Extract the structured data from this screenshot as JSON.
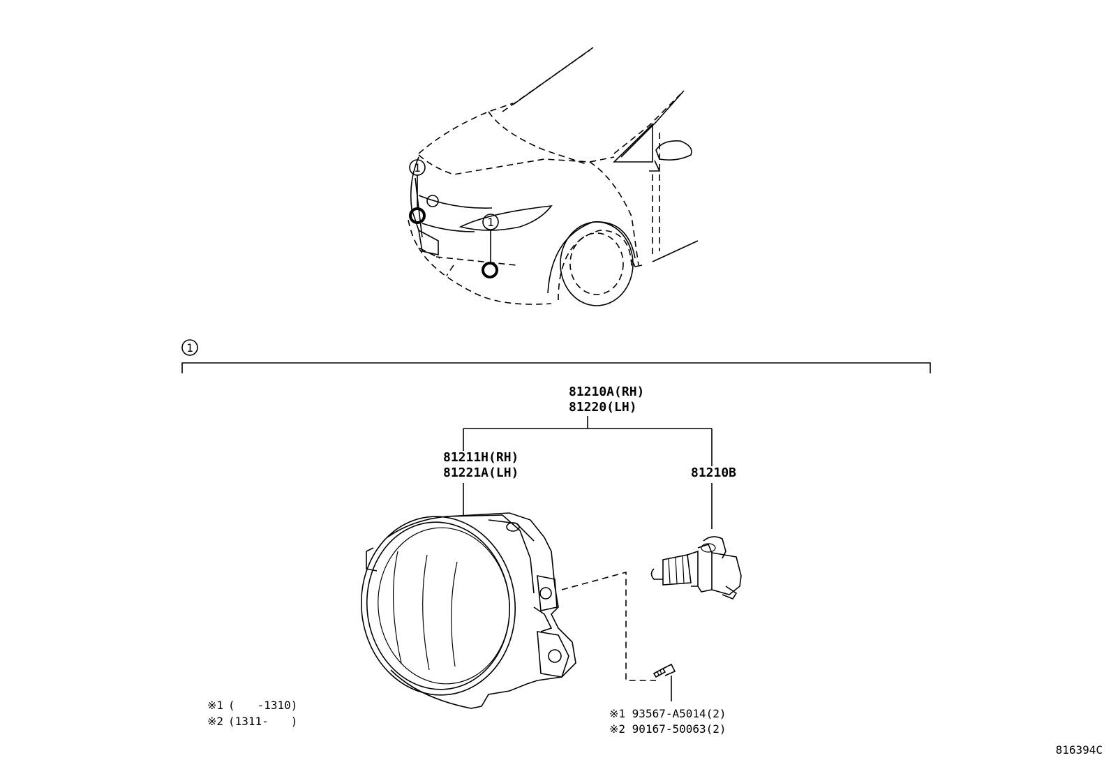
{
  "callouts": {
    "car_upper": "1",
    "car_lower": "1",
    "section": "1"
  },
  "parts": {
    "assembly_rh": "81210A(RH)",
    "assembly_lh": "81220(LH)",
    "unit_rh": "81211H(RH)",
    "unit_lh": "81221A(LH)",
    "bulb": "81210B",
    "screw_1": "※1 93567-A5014(2)",
    "screw_2": "※2 90167-50063(2)"
  },
  "notes": {
    "note_1_mark": "※1",
    "note_1_range": "(　　-1310)",
    "note_2_mark": "※2",
    "note_2_range": "(1311-　　)"
  },
  "diagram_id": "816394C"
}
